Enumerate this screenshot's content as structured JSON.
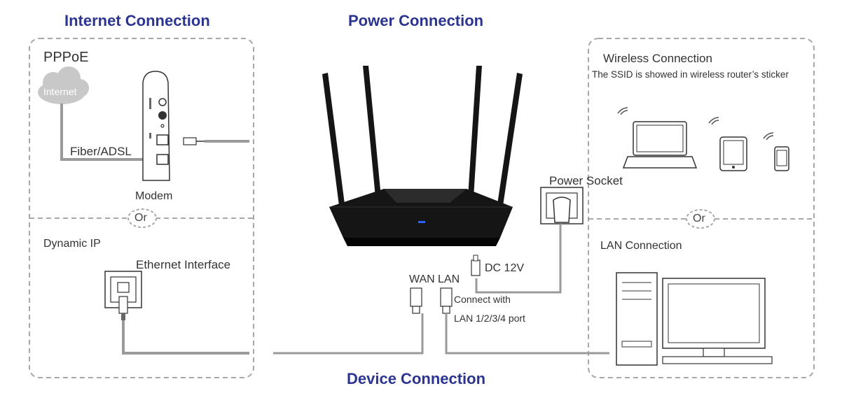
{
  "headings": {
    "internet": "Internet Connection",
    "power": "Power Connection",
    "device": "Device Connection"
  },
  "internet_panel": {
    "pppoe": "PPPoE",
    "cloud": "Internet",
    "fiber": "Fiber/ADSL",
    "modem": "Modem",
    "or": "Or",
    "dynamic_ip": "Dynamic IP",
    "ethernet_interface": "Ethernet Interface"
  },
  "center": {
    "power_socket": "Power Socket",
    "dc": "DC 12V",
    "wan": "WAN",
    "lan": "LAN",
    "connect_with": "Connect with",
    "lan_ports": "LAN 1/2/3/4 port"
  },
  "client_panel": {
    "wireless": "Wireless Connection",
    "ssid_note": "The SSID is showed in wireless router’s sticker",
    "or": "Or",
    "lan_connection": "LAN Connection"
  },
  "colors": {
    "heading": "#2b3590",
    "cable": "#9a9a9a",
    "dash": "#a8a8a8",
    "router": "#151515",
    "router_led": "#2a63ff"
  }
}
